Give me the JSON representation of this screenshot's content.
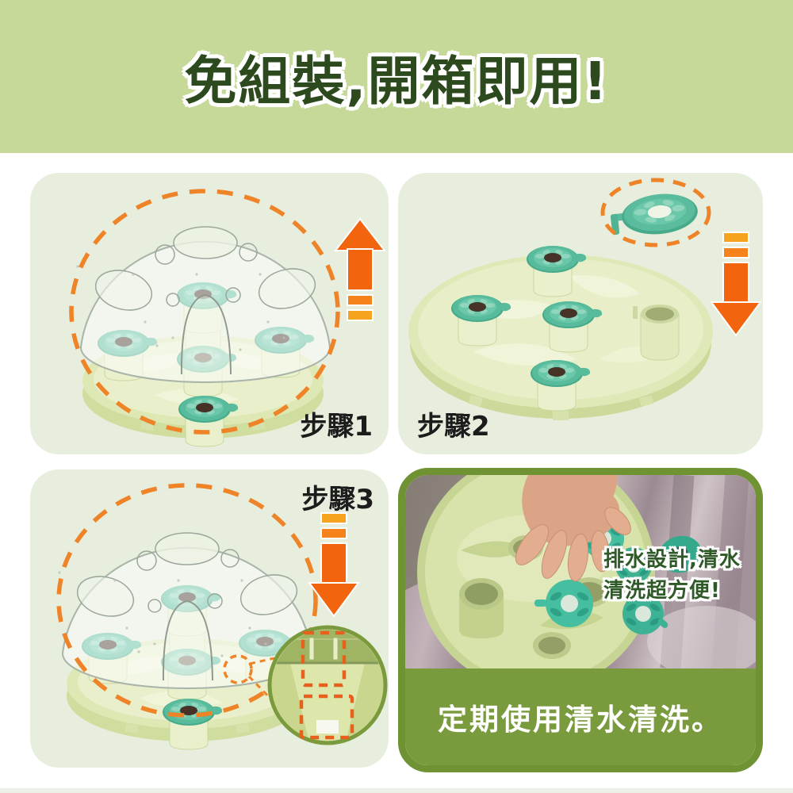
{
  "header": {
    "title": "免組裝,開箱即用!"
  },
  "steps": [
    {
      "label": "步驟1",
      "arrow_direction": "up"
    },
    {
      "label": "步驟2",
      "arrow_direction": "down"
    },
    {
      "label": "步驟3",
      "arrow_direction": "down"
    }
  ],
  "wash": {
    "caption": [
      "排水設計,清水",
      "清洗超方便!"
    ],
    "banner": "定期使用清水清洗。"
  },
  "icons": {
    "step1": "up-arrow-icon",
    "step2": "down-arrow-icon",
    "step3": "down-arrow-icon",
    "highlight": "dashed-orange-circle",
    "detail": "magnifier-detail-circle"
  },
  "colors": {
    "header_bg": "#c6d998",
    "header_text": "#2c4a1d",
    "panel_bg": "#e7eedd",
    "arrow_orange": "#f2650e",
    "arrow_orange_mid": "#f5821a",
    "arrow_amber": "#f6a31f",
    "dash_orange": "#ee8327",
    "banner_green": "#799b3d",
    "photo_border_green": "#6f9232",
    "cap_teal": "#58bb9b",
    "cap_teal_light": "#8fd6bd",
    "base_pale_green": "#e9efcb",
    "step_label_color": "#1c1c1c",
    "caption_green": "#2f5a28",
    "banner_text": "#ffffff"
  }
}
